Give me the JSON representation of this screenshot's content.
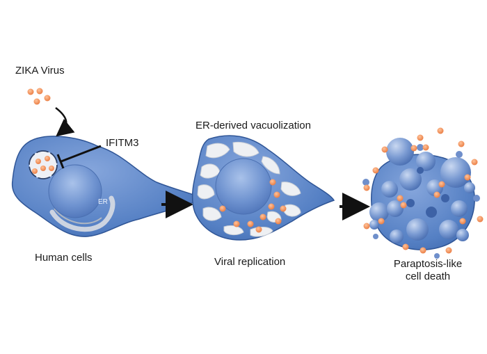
{
  "labels": {
    "zika": "ZIKA Virus",
    "ifitm3": "IFITM3",
    "er_vacuolization": "ER-derived vacuolization",
    "er": "ER",
    "human_cells": "Human cells",
    "viral_replication": "Viral replication",
    "death_line1": "Paraptosis-like",
    "death_line2": "cell death"
  },
  "colors": {
    "cell_fill": "#4f79c0",
    "cell_light": "#6e93d2",
    "cell_edge": "#2f5596",
    "virus": "#ee8e56",
    "vacuole": "#eef0f3",
    "arrow": "#111111"
  }
}
